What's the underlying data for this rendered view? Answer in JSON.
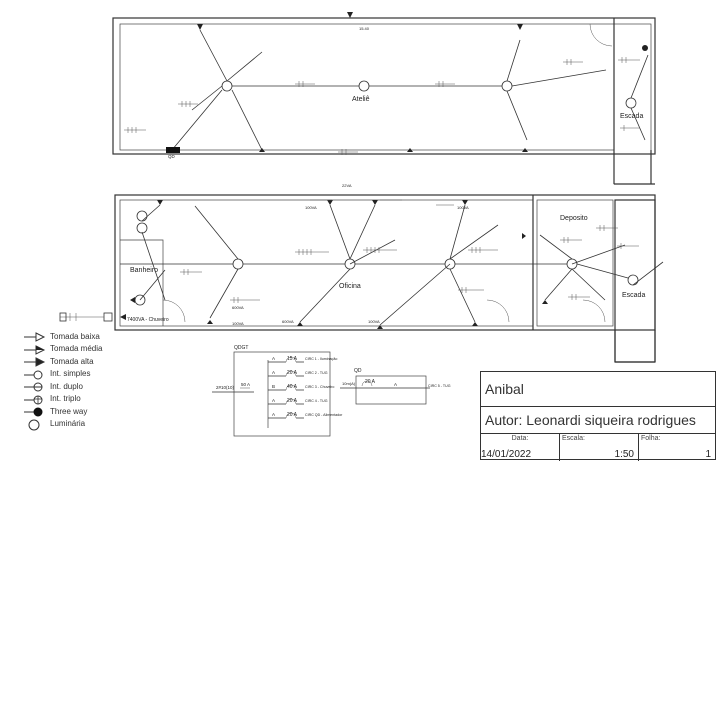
{
  "rooms": {
    "atelie": "Ateliê",
    "escada": "Escada",
    "banheiro": "Banheiro",
    "oficina": "Oficina",
    "deposito": "Deposito"
  },
  "labels": {
    "qd": "QD",
    "qdgt": "QDGT",
    "chuveiro": "7400VA - Chuveiro",
    "va100": "100VA",
    "va600": "600VA",
    "va22": "22VA"
  },
  "panels": {
    "qdgt_breakers": [
      {
        "rating": "15 A",
        "phase": "A",
        "circ": "CIRC 1 - Iluminação"
      },
      {
        "rating": "20 A",
        "phase": "A",
        "circ": "CIRC 2 - TUG"
      },
      {
        "rating": "40 A",
        "phase": "B",
        "circ": "CIRC 3 - Chuveiro"
      },
      {
        "rating": "20 A",
        "phase": "A",
        "circ": "CIRC 4 - TUG"
      },
      {
        "rating": "20 A",
        "phase": "A",
        "circ": "CIRC QD - Alimentador"
      }
    ],
    "main_breaker": "50 A",
    "main_cable": "2#10(10)",
    "qd_breaker": "20 A",
    "qd_phase": "A",
    "qd_circ": "CIRC 5 - TUG",
    "qd_feed": "10m(A)"
  },
  "legend": [
    {
      "icon": "tomada-baixa-icon",
      "label": "Tomada baixa"
    },
    {
      "icon": "tomada-media-icon",
      "label": "Tomada média"
    },
    {
      "icon": "tomada-alta-icon",
      "label": "Tomada alta"
    },
    {
      "icon": "int-simples-icon",
      "label": "Int. simples"
    },
    {
      "icon": "int-duplo-icon",
      "label": "Int. duplo"
    },
    {
      "icon": "int-triplo-icon",
      "label": "Int. triplo"
    },
    {
      "icon": "three-way-icon",
      "label": "Three way"
    },
    {
      "icon": "luminaria-icon",
      "label": "Luminária"
    }
  ],
  "title_block": {
    "project": "Anibal",
    "author": "Autor: Leonardi siqueira rodrigues",
    "date_label": "Data:",
    "date": "14/01/2022",
    "scale_label": "Escala:",
    "scale": "1:50",
    "sheet_label": "Folha:",
    "sheet": "1"
  }
}
